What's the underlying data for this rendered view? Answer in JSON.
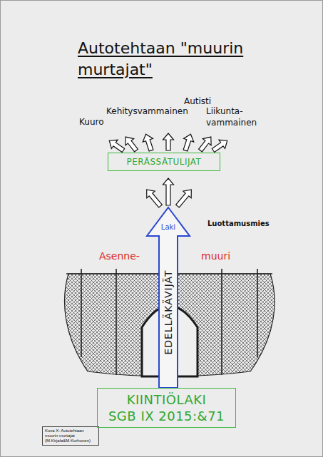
{
  "diagram": {
    "title": "Autotehtaan \"muurin murtajat\"",
    "caption": "Kuva X: Autotehtaan muurin murtajat (M.Kirjala&M.Korhonen)",
    "nodes": [
      {
        "text": [
          "PERÄSSÄTULIJAT"
        ]
      },
      {
        "text": [
          "Laki",
          "EDELLÄKÄVIJÄT"
        ]
      },
      {
        "text": [
          "KIINTIÖLAKI",
          "SGB IX 2015:&71"
        ]
      }
    ],
    "edges": [
      {
        "from": 1,
        "to": 0,
        "arrow": "to"
      }
    ],
    "labels": [
      "Kuuro",
      "Kehitysvammainen",
      "Autisti",
      "Liikunta- vammainen",
      "Luottamusmies",
      "Asenne-",
      "muuri"
    ]
  }
}
